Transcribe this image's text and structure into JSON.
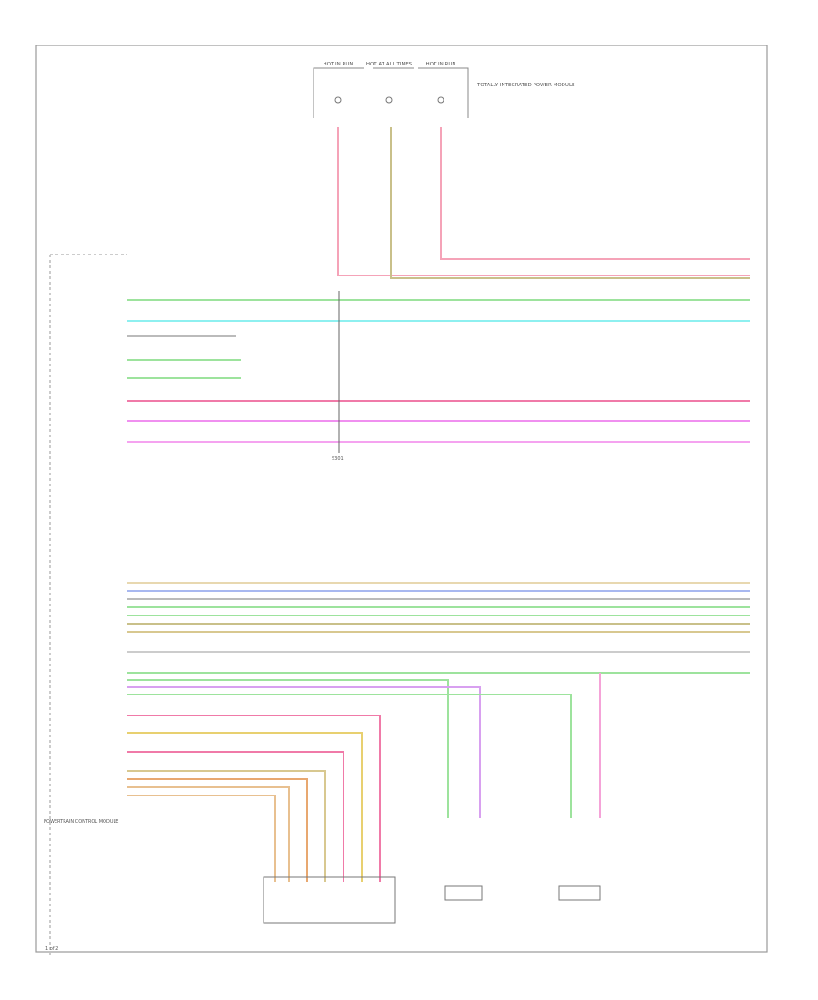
{
  "fuse_boxes": [
    {
      "label": "HOT IN RUN"
    },
    {
      "label": "HOT AT ALL TIMES"
    },
    {
      "label": "HOT IN RUN"
    }
  ],
  "fuse_note": "TOTALLY INTEGRATED POWER MODULE",
  "pcm_label": "POWERTRAIN CONTROL MODULE",
  "splice_label": "S301",
  "page_id": "1 of 2"
}
